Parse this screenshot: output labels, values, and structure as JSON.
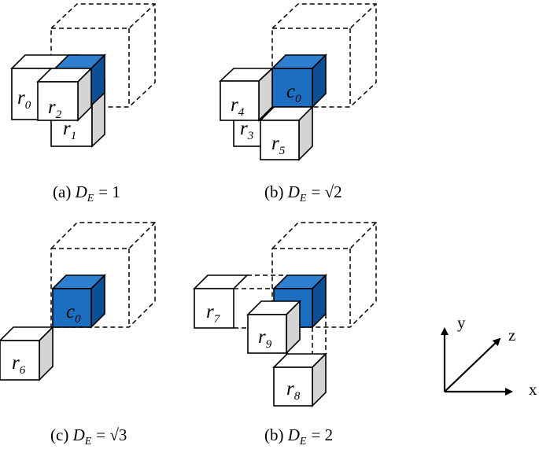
{
  "colors": {
    "cube_blue_front": "#1c6fc0",
    "cube_blue_top": "#2e7fd0",
    "cube_blue_side": "#0b4f95",
    "cube_white": "#ffffff",
    "cube_gray_side": "#d4d4d4"
  },
  "panels": [
    {
      "caption": {
        "prefix": "(a)",
        "var": "D",
        "sub": "E",
        "rhs": "= 1"
      },
      "cubes": [
        {
          "base": "r",
          "sub": "0"
        },
        {
          "base": "r",
          "sub": "1"
        },
        {
          "base": "r",
          "sub": "2"
        }
      ]
    },
    {
      "caption": {
        "prefix": "(b)",
        "var": "D",
        "sub": "E",
        "rhs": "= √2"
      },
      "cubes": [
        {
          "base": "c",
          "sub": "0"
        },
        {
          "base": "r",
          "sub": "3"
        },
        {
          "base": "r",
          "sub": "4"
        },
        {
          "base": "r",
          "sub": "5"
        }
      ]
    },
    {
      "caption": {
        "prefix": "(c)",
        "var": "D",
        "sub": "E",
        "rhs": "= √3"
      },
      "cubes": [
        {
          "base": "c",
          "sub": "0"
        },
        {
          "base": "r",
          "sub": "6"
        }
      ]
    },
    {
      "caption": {
        "prefix": "(b)",
        "var": "D",
        "sub": "E",
        "rhs": "= 2"
      },
      "cubes": [
        {
          "base": "r",
          "sub": "7"
        },
        {
          "base": "r",
          "sub": "9"
        },
        {
          "base": "r",
          "sub": "8"
        }
      ]
    }
  ],
  "axes": {
    "x": "x",
    "y": "y",
    "z": "z"
  }
}
